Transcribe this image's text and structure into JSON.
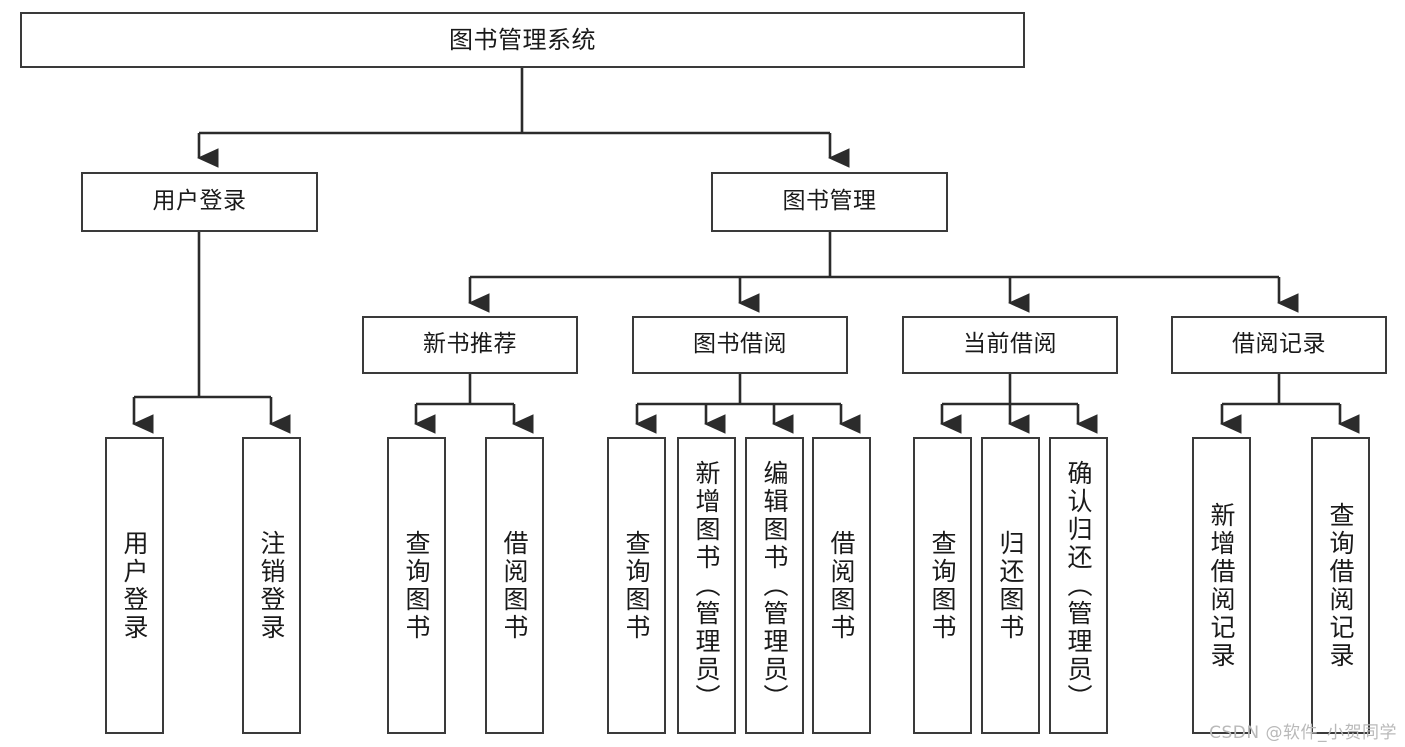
{
  "diagram": {
    "title": "图书管理系统",
    "type": "tree-hierarchy-diagram",
    "colors": {
      "box_border": "#3a3a3a",
      "box_fill": "#ffffff",
      "connector": "#2b2b2b",
      "text": "#1a1a1a",
      "watermark": "#b9b9b9",
      "background": "#ffffff"
    },
    "root": {
      "label": "图书管理系统"
    },
    "level2": [
      {
        "label": "用户登录"
      },
      {
        "label": "图书管理"
      }
    ],
    "level3": [
      {
        "label": "新书推荐"
      },
      {
        "label": "图书借阅"
      },
      {
        "label": "当前借阅"
      },
      {
        "label": "借阅记录"
      }
    ],
    "leaves": {
      "user_login": [
        {
          "label": "用户登录"
        },
        {
          "label": "注销登录"
        }
      ],
      "new_book_recommend": [
        {
          "label": "查询图书"
        },
        {
          "label": "借阅图书"
        }
      ],
      "book_borrow": [
        {
          "label": "查询图书"
        },
        {
          "label": "新增图书（管理员）"
        },
        {
          "label": "编辑图书（管理员）"
        },
        {
          "label": "借阅图书"
        }
      ],
      "current_borrow": [
        {
          "label": "查询图书"
        },
        {
          "label": "归还图书"
        },
        {
          "label": "确认归还（管理员）"
        }
      ],
      "borrow_records": [
        {
          "label": "新增借阅记录"
        },
        {
          "label": "查询借阅记录"
        }
      ]
    },
    "watermark": "CSDN @软件_小贺同学"
  }
}
